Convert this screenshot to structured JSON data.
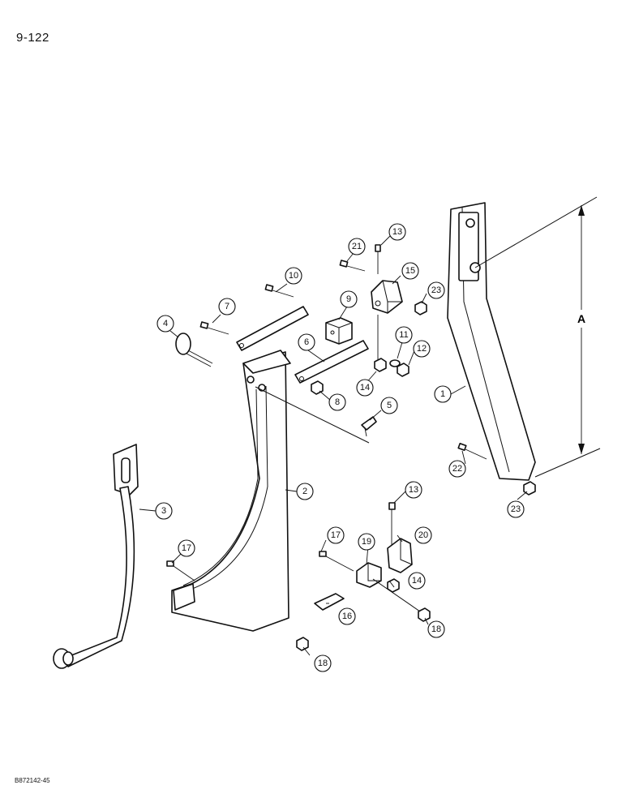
{
  "page_number": "9-122",
  "figure_code": "B872142-45",
  "dimension_label": "A",
  "callouts": [
    {
      "id": "c1",
      "label": "1"
    },
    {
      "id": "c2",
      "label": "2"
    },
    {
      "id": "c3",
      "label": "3"
    },
    {
      "id": "c4",
      "label": "4"
    },
    {
      "id": "c5",
      "label": "5"
    },
    {
      "id": "c6",
      "label": "6"
    },
    {
      "id": "c7",
      "label": "7"
    },
    {
      "id": "c8",
      "label": "8"
    },
    {
      "id": "c9",
      "label": "9"
    },
    {
      "id": "c10",
      "label": "10"
    },
    {
      "id": "c11",
      "label": "11"
    },
    {
      "id": "c12",
      "label": "12"
    },
    {
      "id": "c13a",
      "label": "13"
    },
    {
      "id": "c13b",
      "label": "13"
    },
    {
      "id": "c14a",
      "label": "14"
    },
    {
      "id": "c14b",
      "label": "14"
    },
    {
      "id": "c15",
      "label": "15"
    },
    {
      "id": "c16",
      "label": "16"
    },
    {
      "id": "c17a",
      "label": "17"
    },
    {
      "id": "c17b",
      "label": "17"
    },
    {
      "id": "c18a",
      "label": "18"
    },
    {
      "id": "c18b",
      "label": "18"
    },
    {
      "id": "c19",
      "label": "19"
    },
    {
      "id": "c20",
      "label": "20"
    },
    {
      "id": "c21",
      "label": "21"
    },
    {
      "id": "c22",
      "label": "22"
    },
    {
      "id": "c23a",
      "label": "23"
    },
    {
      "id": "c23b",
      "label": "23"
    }
  ]
}
